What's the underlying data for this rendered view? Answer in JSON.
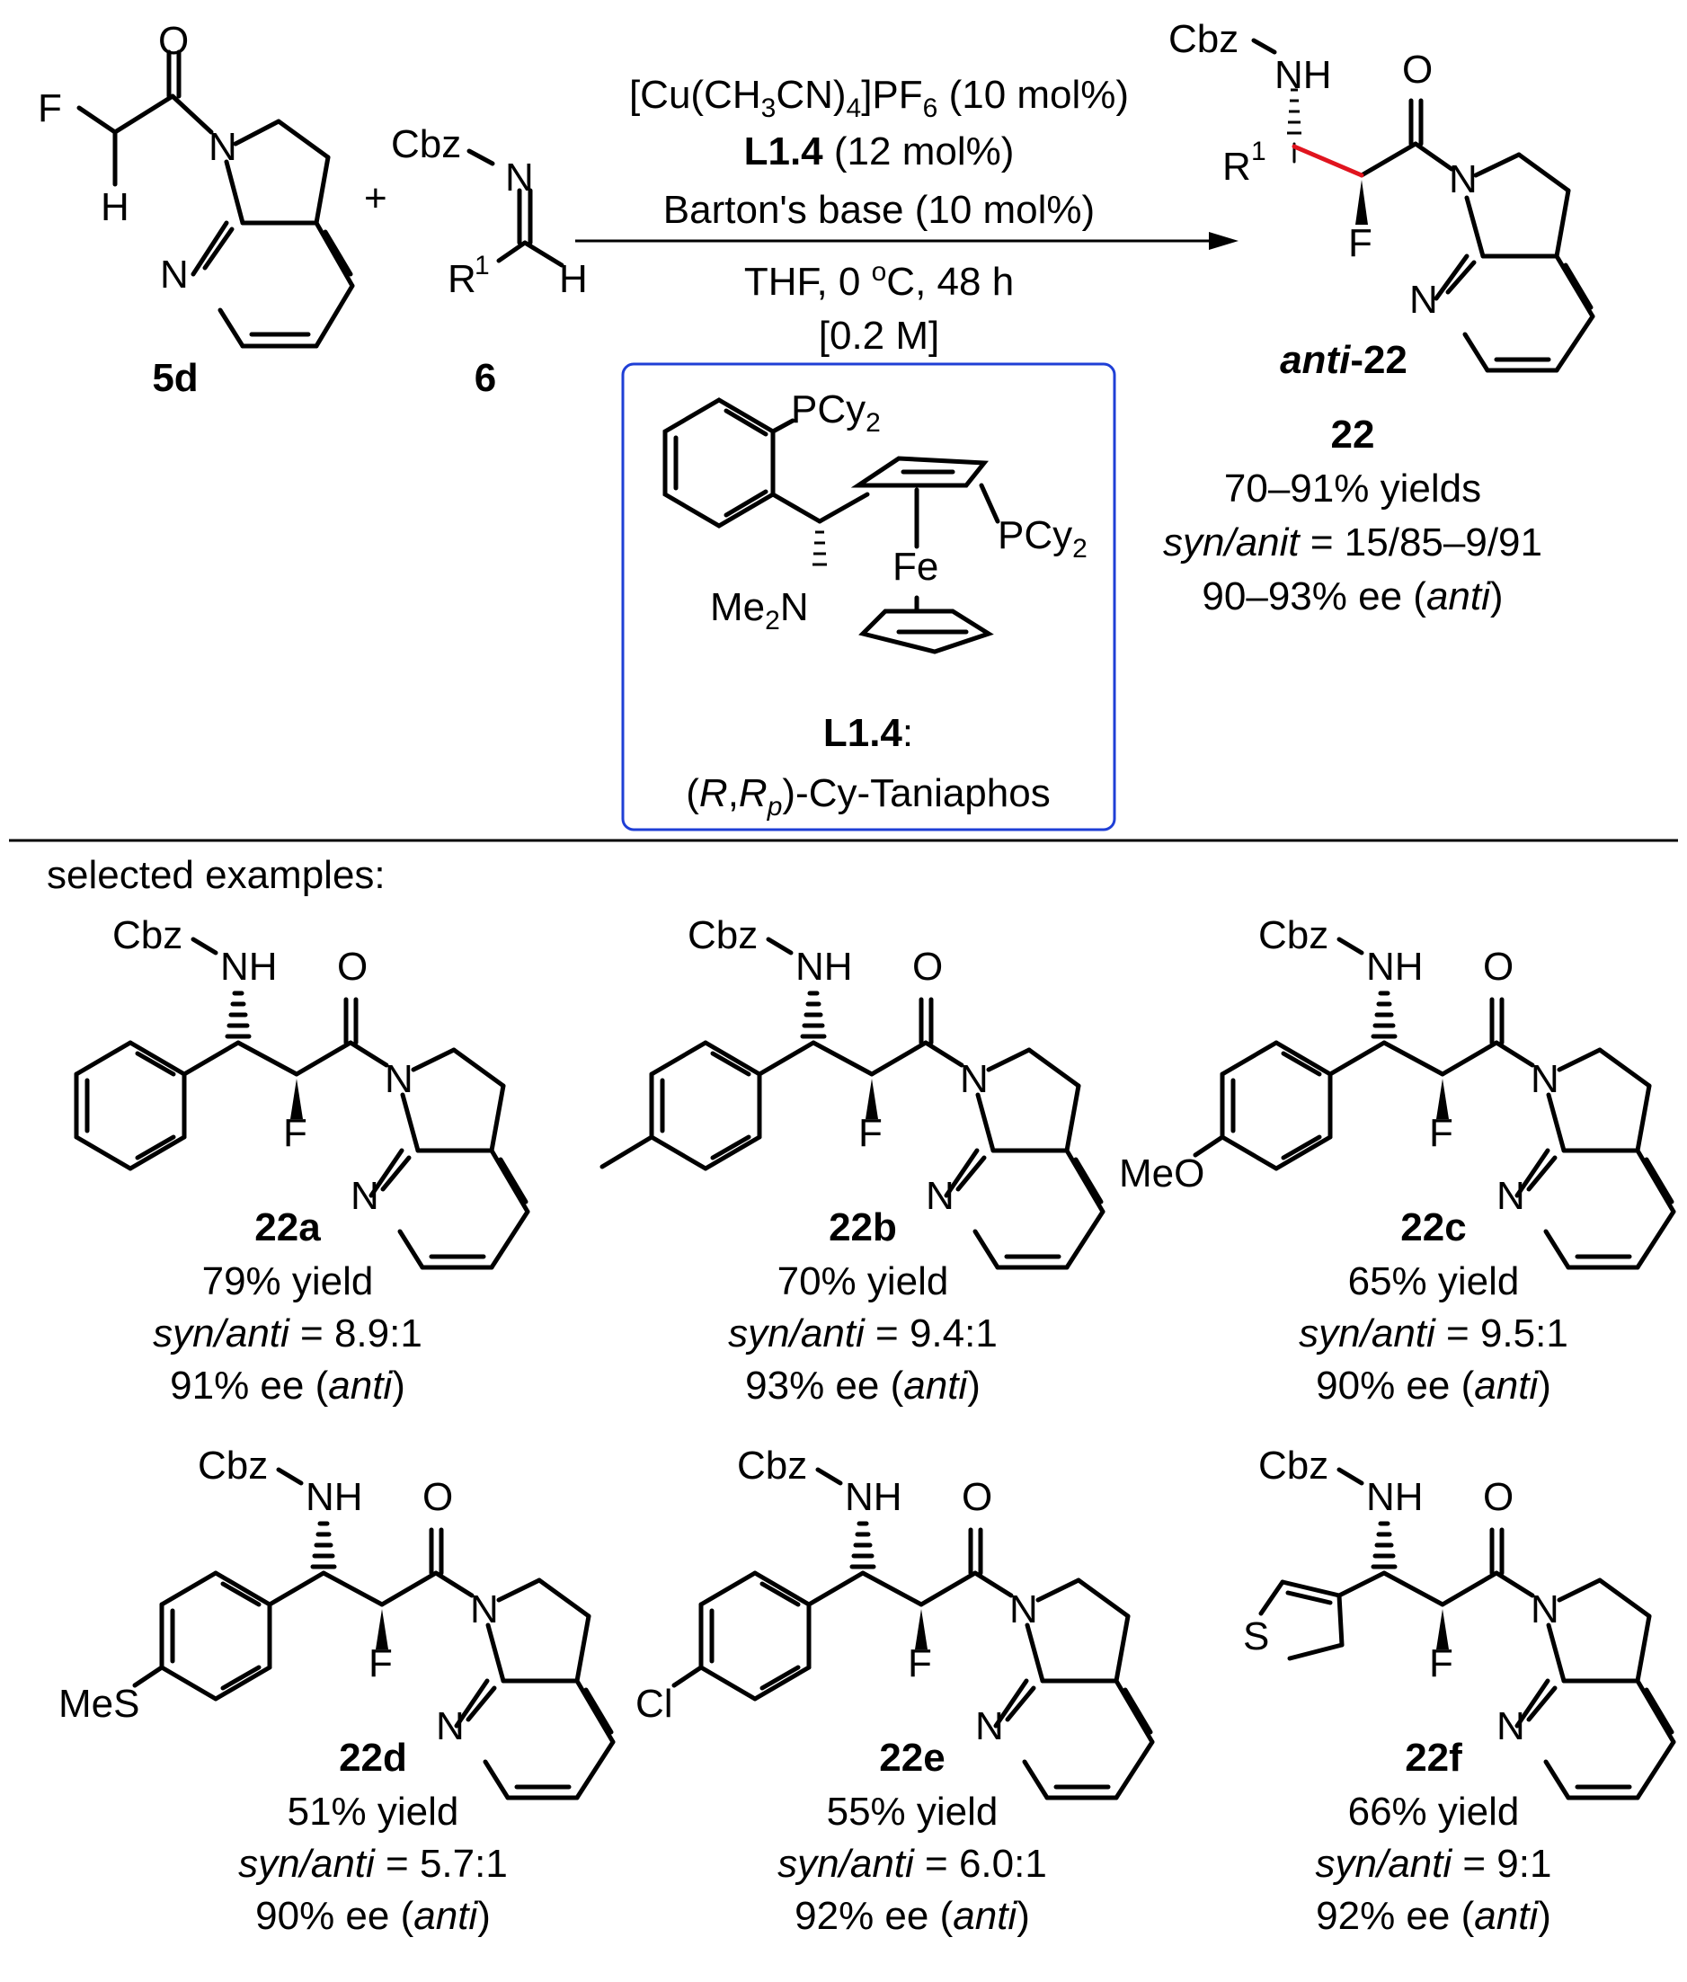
{
  "scheme": {
    "reactant1": {
      "code": "5d",
      "atoms": {
        "F": "F",
        "H": "H",
        "O": "O",
        "N": "N",
        "N2": "N"
      }
    },
    "reactant2": {
      "code": "6",
      "atoms": {
        "Cbz": "Cbz",
        "N": "N",
        "R": "R",
        "sup1": "1",
        "H": "H"
      }
    },
    "plus": "+",
    "conditions": {
      "catalyst_pre": "[Cu(CH",
      "catalyst_sub3": "3",
      "catalyst_mid": "CN)",
      "catalyst_sub4": "4",
      "catalyst_mid2": "]PF",
      "catalyst_sub6": "6",
      "catalyst_post": " (10 mol%)",
      "ligand_name": "L1.4",
      "ligand_loading": " (12 mol%)",
      "base": "Barton's base (10 mol%)",
      "solvent_pre": "THF, 0 ",
      "solvent_sup": "o",
      "solvent_post": "C, 48 h",
      "concentration": "[0.2 M]"
    },
    "ligand_box": {
      "pcy": "PCy",
      "pcy_sub": "2",
      "fe": "Fe",
      "me": "Me",
      "me_sub": "2",
      "n": "N",
      "code": "L1.4",
      "code_colon": ":",
      "name_open": "(",
      "name_r": "R",
      "name_comma": ",",
      "name_rp": "R",
      "name_p": "p",
      "name_close": ")-Cy-Taniaphos"
    },
    "product": {
      "label_italic": "anti",
      "label_rest": "-22",
      "code": "22",
      "yield": "70–91% yields",
      "dr_italic": "syn/anit",
      "dr_rest": " = 15/85–9/91",
      "ee_pre": "90–93% ee (",
      "ee_italic": "anti",
      "ee_post": ")",
      "atoms": {
        "Cbz": "Cbz",
        "NH": "NH",
        "R": "R",
        "sup1": "1",
        "O": "O",
        "N": "N",
        "F": "F",
        "N2": "N"
      }
    }
  },
  "selected_header": "selected examples:",
  "examples": [
    {
      "code": "22a",
      "substituent": "",
      "yield": "79% yield",
      "dr_italic": "syn/anti",
      "dr_value": " = 8.9:1",
      "ee_pre": "91% ee (",
      "ee_italic": "anti",
      "ee_post": ")"
    },
    {
      "code": "22b",
      "substituent": "",
      "yield": "70% yield",
      "dr_italic": "syn/anti",
      "dr_value": " = 9.4:1",
      "ee_pre": "93% ee (",
      "ee_italic": "anti",
      "ee_post": ")"
    },
    {
      "code": "22c",
      "substituent": "MeO",
      "yield": "65% yield",
      "dr_italic": "syn/anti",
      "dr_value": " = 9.5:1",
      "ee_pre": "90% ee (",
      "ee_italic": "anti",
      "ee_post": ")"
    },
    {
      "code": "22d",
      "substituent": "MeS",
      "yield": "51% yield",
      "dr_italic": "syn/anti",
      "dr_value": " = 5.7:1",
      "ee_pre": "90% ee (",
      "ee_italic": "anti",
      "ee_post": ")"
    },
    {
      "code": "22e",
      "substituent": "Cl",
      "yield": "55% yield",
      "dr_italic": "syn/anti",
      "dr_value": " = 6.0:1",
      "ee_pre": "92% ee (",
      "ee_italic": "anti",
      "ee_post": ")"
    },
    {
      "code": "22f",
      "substituent": "S",
      "yield": "66% yield",
      "dr_italic": "syn/anti",
      "dr_value": " = 9:1",
      "ee_pre": "92% ee (",
      "ee_italic": "anti",
      "ee_post": ")"
    }
  ],
  "example_atoms": {
    "Cbz": "Cbz",
    "NH": "NH",
    "O": "O",
    "N": "N",
    "F": "F"
  },
  "colors": {
    "ink": "#000000",
    "box_border": "#1f3fd6",
    "new_bond": "#e0141e",
    "background": "#ffffff"
  }
}
